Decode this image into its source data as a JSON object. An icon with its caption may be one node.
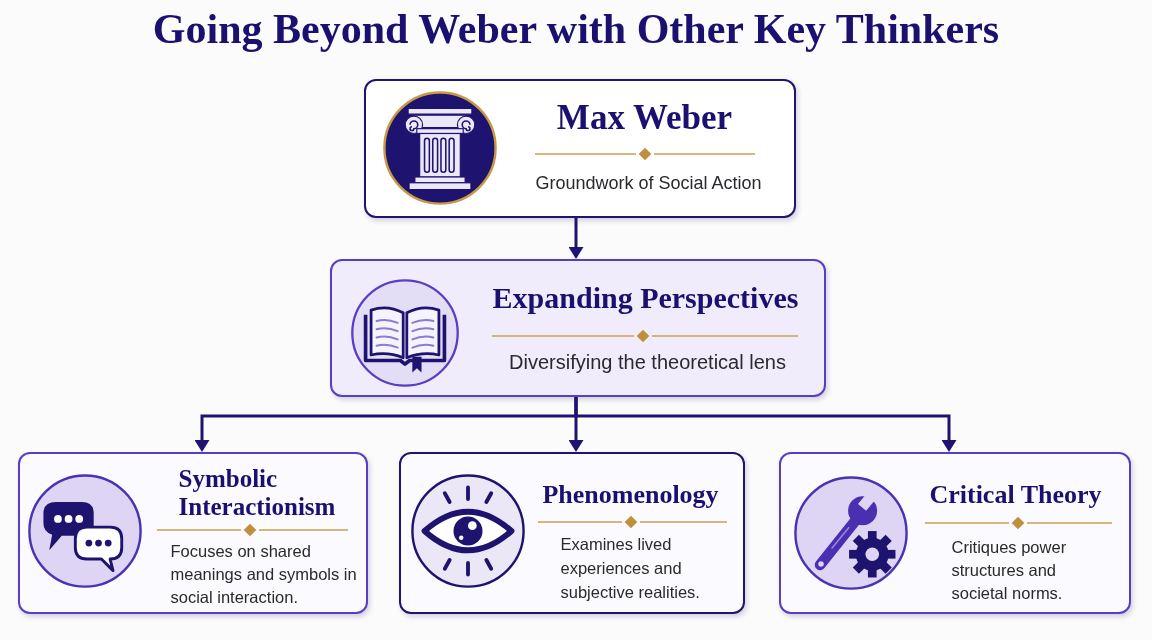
{
  "diagram": {
    "title": "Going Beyond Weber with Other Key Thinkers",
    "nodes": [
      {
        "text": [
          "Max Weber",
          "Groundwork of Social Action"
        ]
      },
      {
        "text": [
          "Expanding Perspectives",
          "Diversifying the theoretical lens"
        ]
      },
      {
        "text": [
          "Symbolic Interactionism",
          "Focuses on shared meanings and symbols in social interaction."
        ]
      },
      {
        "text": [
          "Phenomenology",
          "Examines lived experiences and subjective realities."
        ]
      },
      {
        "text": [
          "Critical Theory",
          "Critiques power structures and societal norms."
        ]
      }
    ],
    "edges": [
      {
        "from": 0,
        "to": 1,
        "arrow": "to"
      },
      {
        "from": 1,
        "to": 2,
        "arrow": "to"
      },
      {
        "from": 1,
        "to": 3,
        "arrow": "to"
      },
      {
        "from": 1,
        "to": 4,
        "arrow": "to"
      }
    ]
  }
}
